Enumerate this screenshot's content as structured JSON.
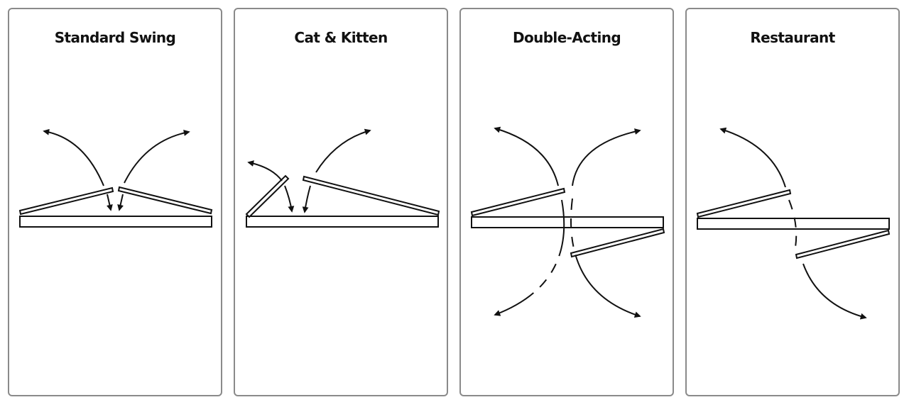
{
  "panels": [
    {
      "title": "Standard Swing"
    },
    {
      "title": "Cat & Kitten"
    },
    {
      "title": "Double-Acting"
    },
    {
      "title": "Restaurant"
    }
  ],
  "colors": {
    "stroke": "#111111",
    "panel_border": "#8a8a8a",
    "background": "#ffffff"
  }
}
